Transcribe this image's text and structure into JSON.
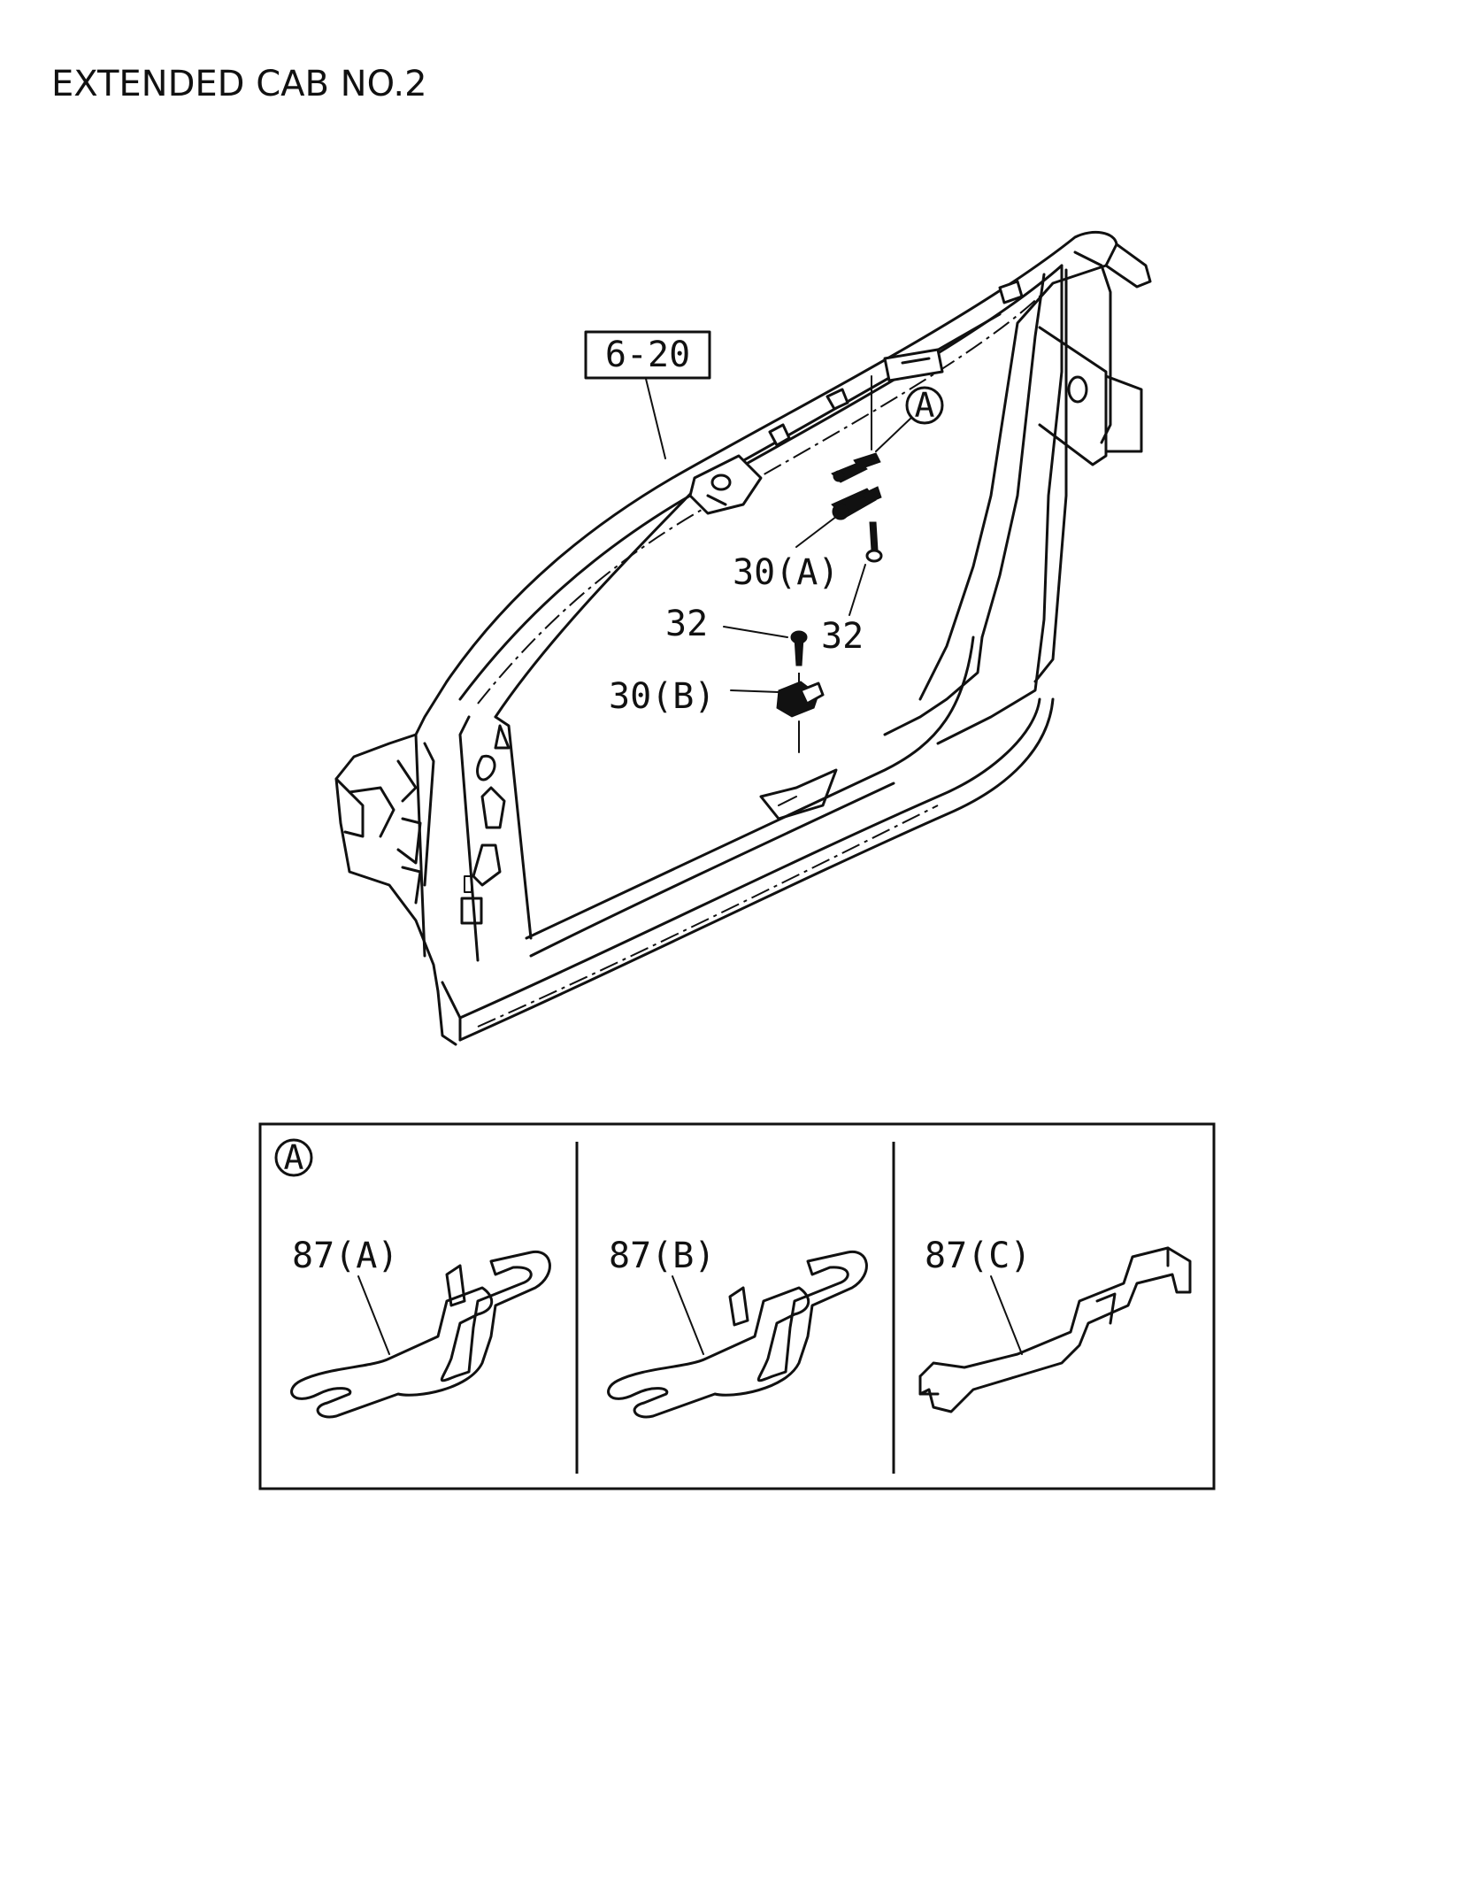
{
  "header": {
    "title": "EXTENDED CAB NO.2"
  },
  "diagram": {
    "ref_box": "6-20",
    "callout_main": "A",
    "labels": {
      "part_30a": "30(A)",
      "part_32_right": "32",
      "part_32_left": "32",
      "part_30b": "30(B)"
    }
  },
  "detail": {
    "marker": "A",
    "panels": [
      {
        "label": "87(A)"
      },
      {
        "label": "87(B)"
      },
      {
        "label": "87(C)"
      }
    ]
  }
}
